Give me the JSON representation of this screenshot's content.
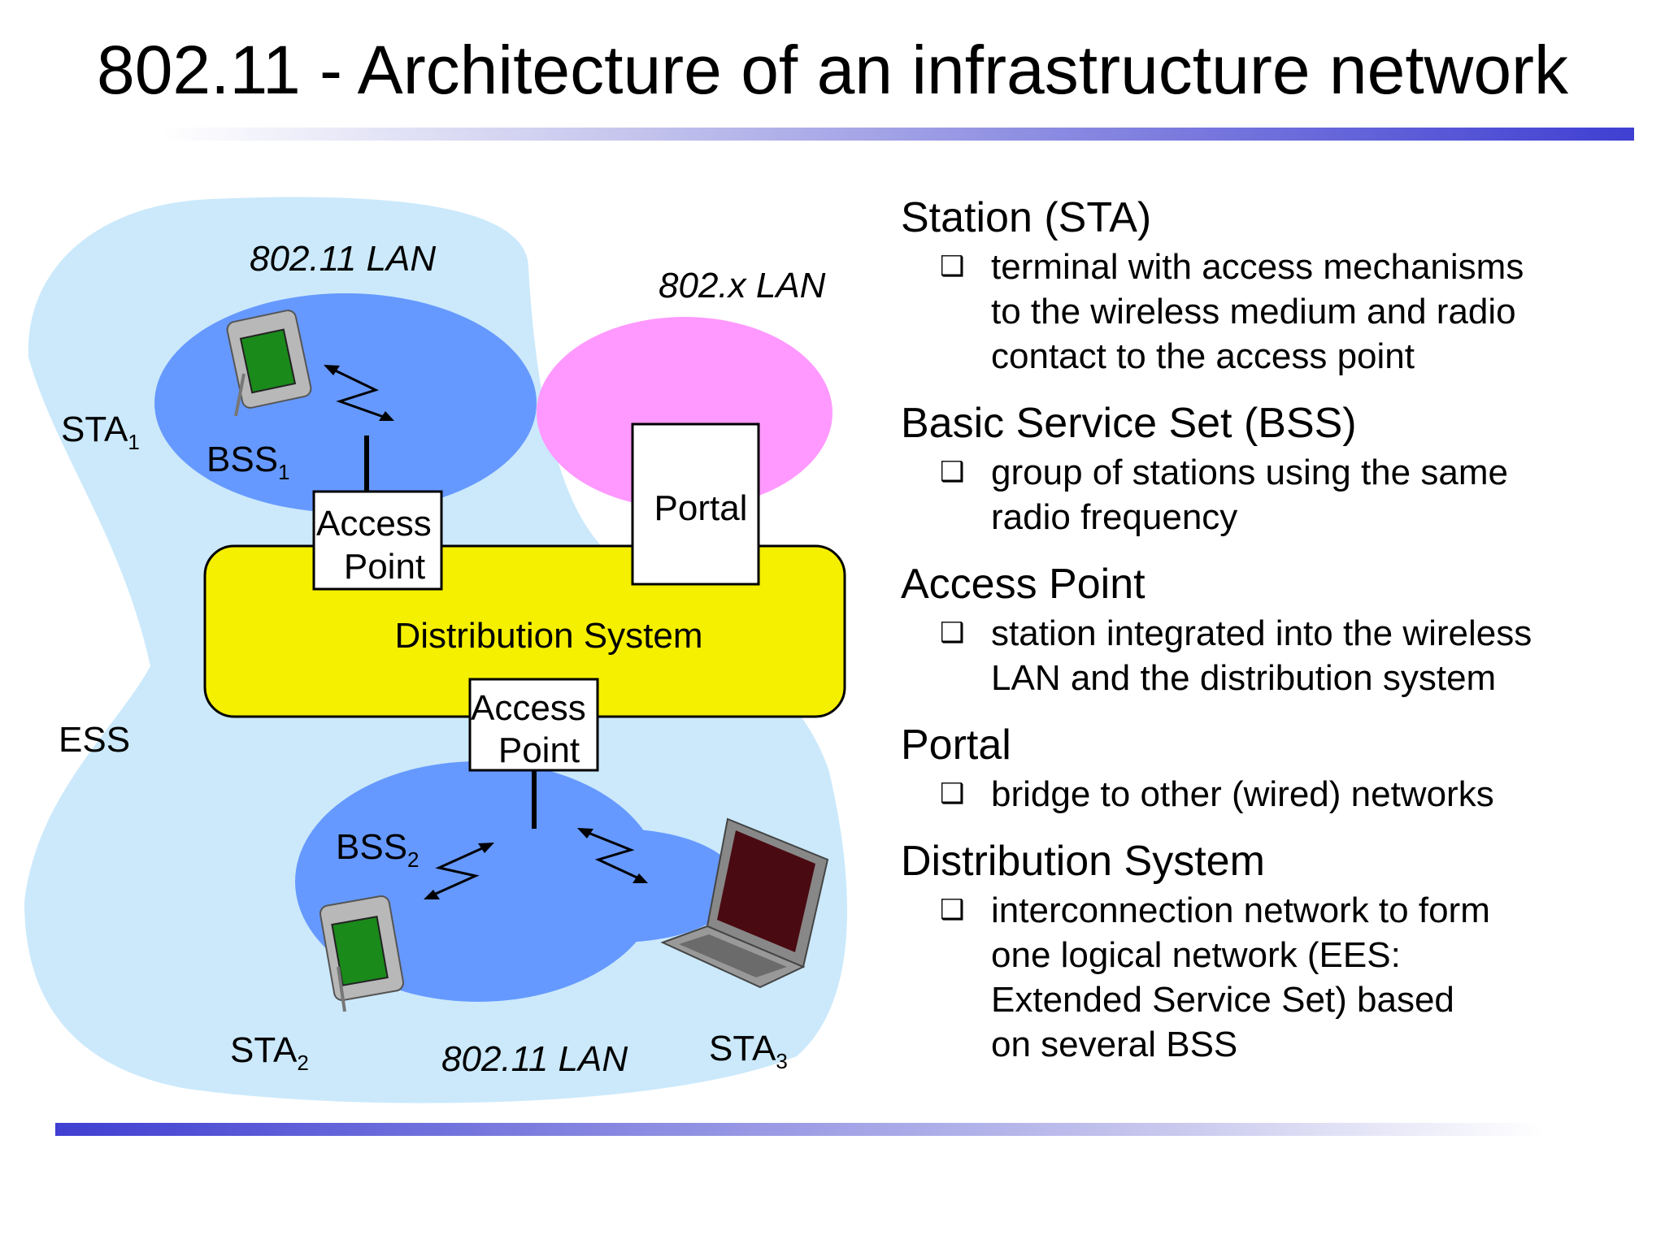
{
  "slide": {
    "title": "802.11 - Architecture of an infrastructure network"
  },
  "colors": {
    "ess": "#cbe9fb",
    "bss": "#6699ff",
    "pink_lan": "#ff99ff",
    "distribution_system": "#f5ef00",
    "bar": "#3f3fd2"
  },
  "diagram": {
    "lan_top": "802.11 LAN",
    "lan_bottom": "802.11 LAN",
    "lan_other": "802.x LAN",
    "ess": "ESS",
    "sta1": {
      "base": "STA",
      "sub": "1"
    },
    "sta2": {
      "base": "STA",
      "sub": "2"
    },
    "sta3": {
      "base": "STA",
      "sub": "3"
    },
    "bss1": {
      "base": "BSS",
      "sub": "1"
    },
    "bss2": {
      "base": "BSS",
      "sub": "2"
    },
    "ap_top": {
      "line1": "Access",
      "line2": "Point"
    },
    "ap_bottom": {
      "line1": "Access",
      "line2": "Point"
    },
    "portal": "Portal",
    "distribution_system": "Distribution System"
  },
  "definitions": [
    {
      "term": "Station (STA)",
      "bullet": "❑",
      "lines": [
        "terminal with access mechanisms",
        "to the wireless medium and radio",
        "contact to the access point"
      ]
    },
    {
      "term": "Basic Service Set (BSS)",
      "bullet": "❑",
      "lines": [
        "group of stations using the same",
        "radio frequency"
      ]
    },
    {
      "term": "Access Point",
      "bullet": "❑",
      "lines": [
        "station integrated into the wireless",
        "LAN and the distribution system"
      ]
    },
    {
      "term": "Portal",
      "bullet": "❑",
      "lines": [
        "bridge to other (wired) networks"
      ]
    },
    {
      "term": "Distribution System",
      "bullet": "❑",
      "lines": [
        "interconnection network to form",
        "one logical network (EES:",
        "Extended Service Set) based",
        "on several BSS"
      ]
    }
  ]
}
